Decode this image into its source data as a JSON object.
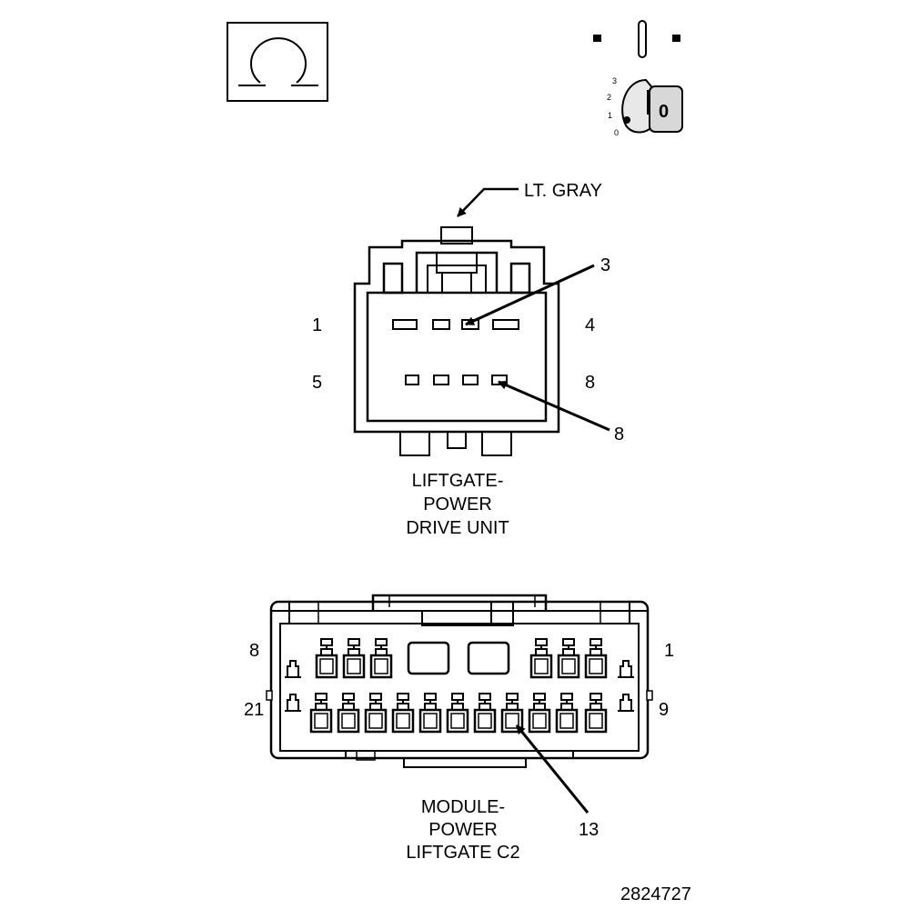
{
  "ohm_icon": {
    "icon": "ohm-meter-icon"
  },
  "ignition_icon": {
    "icon": "ignition-key-off-icon",
    "scale_labels": [
      "3",
      "2",
      "1",
      "0"
    ],
    "key_label": "0"
  },
  "connector_top": {
    "color_label": "LT. GRAY",
    "pin_labels": {
      "top_left": "1",
      "top_right": "4",
      "bottom_left": "5",
      "bottom_right": "8"
    },
    "callouts": [
      "3",
      "8"
    ],
    "caption": [
      "LIFTGATE-",
      "POWER",
      "DRIVE UNIT"
    ]
  },
  "connector_bottom": {
    "pin_labels": {
      "top_left": "8",
      "top_right": "1",
      "bottom_left": "21",
      "bottom_right": "9"
    },
    "callout": "13",
    "caption": [
      "MODULE-",
      "POWER",
      "LIFTGATE C2"
    ]
  },
  "figure_number": "2824727"
}
